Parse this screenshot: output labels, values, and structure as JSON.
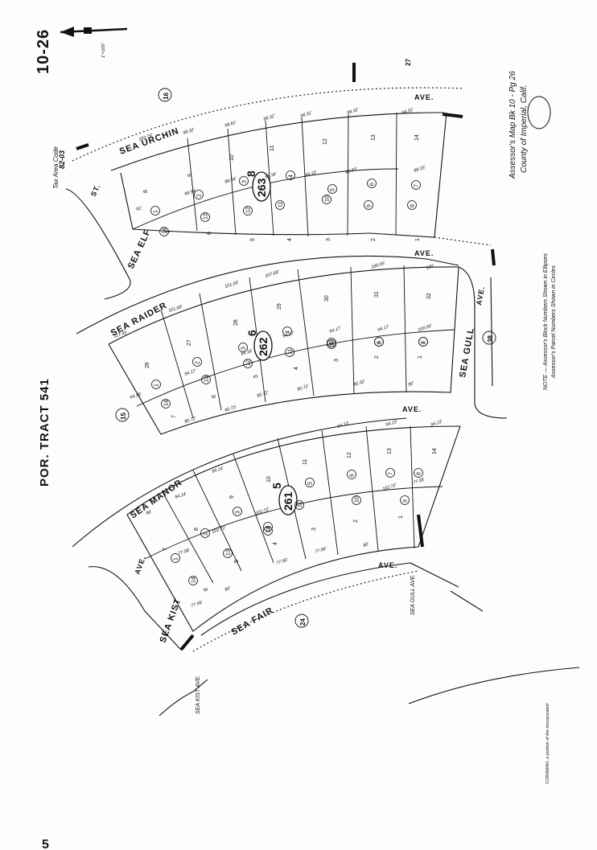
{
  "header": {
    "page_id": "10-26",
    "tax_area_label": "Tax Area Code",
    "tax_area_code": "82-03",
    "scale": "1\"=100'",
    "page_ref": "27",
    "parcel_16": "16"
  },
  "title": {
    "tract": "POR. TRACT 541",
    "assessor_line1": "Assessor's Map Bk 10 - Pg 26",
    "assessor_line2": "County of Imperial, Calif."
  },
  "note": {
    "line1": "NOTE — Assessor's Block Numbers Shown in Ellipses",
    "line2": "Assessor's Parcel Numbers Shown in Circles"
  },
  "streets": {
    "sea_urchin": "SEA URCHIN",
    "urchin_ave": "AVE.",
    "sea_raider": "SEA RAIDER",
    "raider_ave": "AVE.",
    "sea_manor": "SEA MANOR",
    "manor_ave": "AVE.",
    "sea_fair": "SEA FAIR",
    "fair_ave": "AVE.",
    "sea_elf": "SEA ELF",
    "elf_st": "ST.",
    "sea_gull": "SEA GULL",
    "gull_ave": "AVE.",
    "sea_kist": "SEA KIST",
    "kist_ave": "AVE.",
    "sea_gull_small": "SEA GULL AVE.",
    "sea_kist_small": "SEA KIST AVE."
  },
  "blocks": {
    "b263": "263",
    "b262": "262",
    "b261": "261",
    "tract_block_8": "8",
    "tract_block_6": "6",
    "tract_block_5": "5"
  },
  "adjacent_parcels": [
    "15",
    "24",
    "38"
  ],
  "footer": {
    "credit": "CORAMAH, a portion of the incorporated",
    "page_fragment": "5"
  },
  "lots": {
    "block263": {
      "lots": [
        "8",
        "9",
        "10",
        "11",
        "12",
        "13",
        "14",
        "7",
        "6",
        "5",
        "4",
        "3",
        "2",
        "1"
      ],
      "parcels": [
        "1",
        "2",
        "3",
        "4",
        "5",
        "6",
        "7",
        "14",
        "13",
        "12",
        "11",
        "10",
        "9",
        "8"
      ],
      "frontage": [
        "102.76'",
        "98.32'",
        "98.81'",
        "98.32'",
        "98.31'",
        "98.32'",
        "94.31'"
      ],
      "rear": [
        "91'",
        "88.94'",
        "88.34'",
        "88.34'",
        "88.33'",
        "88.33'",
        "88.33'"
      ]
    },
    "block262": {
      "lots": [
        "26",
        "27",
        "28",
        "29",
        "30",
        "31",
        "32",
        "7",
        "6",
        "5",
        "4",
        "3",
        "2",
        "1"
      ],
      "parcels": [
        "1",
        "2",
        "3",
        "4",
        "5",
        "6",
        "7",
        "14",
        "13",
        "12",
        "11",
        "10",
        "9",
        "8"
      ],
      "frontage": [
        "117.45'",
        "101.68'",
        "101.05'",
        "107.68'",
        "100.05'",
        "130'"
      ],
      "rear": [
        "94.18'",
        "94.17'",
        "94.16'",
        "94.17'",
        "94.17'",
        "94.17'",
        "100.00'"
      ],
      "bottom": [
        "80.72'",
        "80.73'",
        "80.72'",
        "80.72'",
        "80.32'",
        "80'"
      ]
    },
    "block261": {
      "lots": [
        "7",
        "8",
        "9",
        "10",
        "11",
        "12",
        "13",
        "14",
        "6",
        "5",
        "4",
        "3",
        "2",
        "1"
      ],
      "parcels": [
        "1",
        "2",
        "3",
        "4",
        "5",
        "6",
        "7",
        "8",
        "14",
        "13",
        "12",
        "11",
        "10",
        "9"
      ],
      "frontage": [
        "96'",
        "94.14'",
        "94.14'",
        "94.13'",
        "94.13'",
        "94.13'"
      ],
      "rear": [
        "77.08'",
        "102.72'",
        "102.72'",
        "102.72'",
        "77.08'"
      ],
      "bottom": [
        "77.99'",
        "80'",
        "77.90'",
        "77.99'",
        "80'"
      ]
    }
  }
}
